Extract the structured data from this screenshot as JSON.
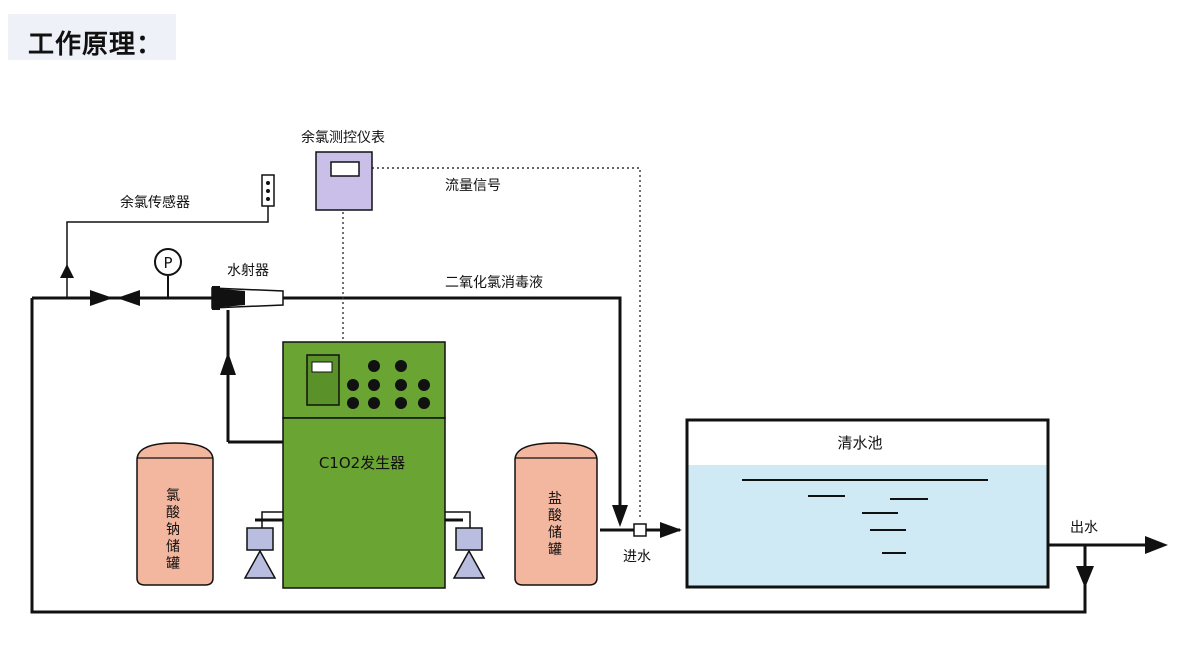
{
  "page": {
    "title": "工作原理："
  },
  "diagram": {
    "labels": {
      "residual_chlorine_meter": "余氯测控仪表",
      "residual_chlorine_sensor": "余氯传感器",
      "flow_signal": "流量信号",
      "water_ejector": "水射器",
      "chlorine_dioxide_solution": "二氧化氯消毒液",
      "generator": "C1O2发生器",
      "pressure_gauge": "P",
      "clear_water_tank": "清水池",
      "water_outlet": "出水",
      "water_inlet": "进水",
      "sodium_chlorate_tank": [
        "氯",
        "酸",
        "钠",
        "储",
        "罐"
      ],
      "hydrochloric_acid_tank": [
        "盐",
        "酸",
        "储",
        "罐"
      ]
    },
    "colors": {
      "generator": "#6aa533",
      "generator_dark": "#5a9128",
      "tank": "#f3b79f",
      "meter": "#c9bfe8",
      "pump": "#b9bde0",
      "water": "#cfe9f5",
      "line": "#111111"
    }
  }
}
